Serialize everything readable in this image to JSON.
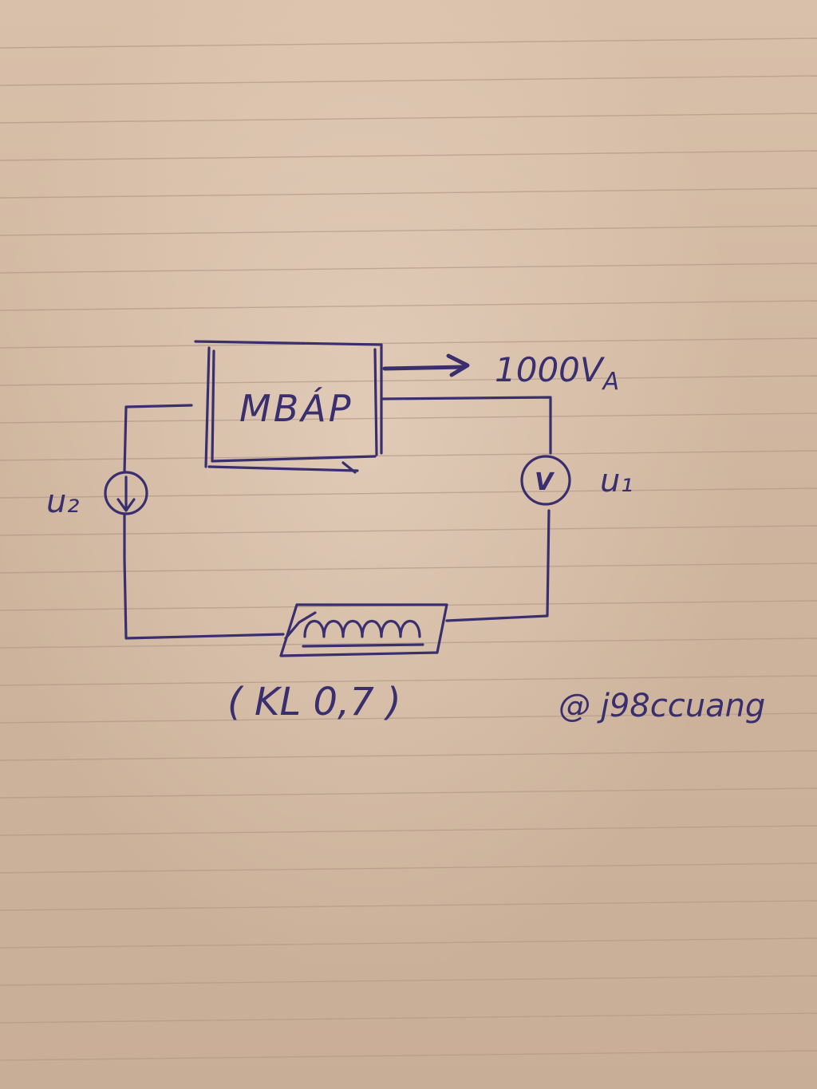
{
  "diagram": {
    "transformer_label": "MBÁP",
    "power_rating_main": "1000V",
    "power_rating_sub": "A",
    "voltmeter_symbol": "V",
    "u1_label": "u₁",
    "u2_label": "u₂",
    "coil_label": "( KL 0,7 )",
    "watermark": "@ j98ccuang",
    "ink_color": "#3a2f6e",
    "paper_color": "#d3b8a1",
    "rule_color": "#b59a8a"
  }
}
